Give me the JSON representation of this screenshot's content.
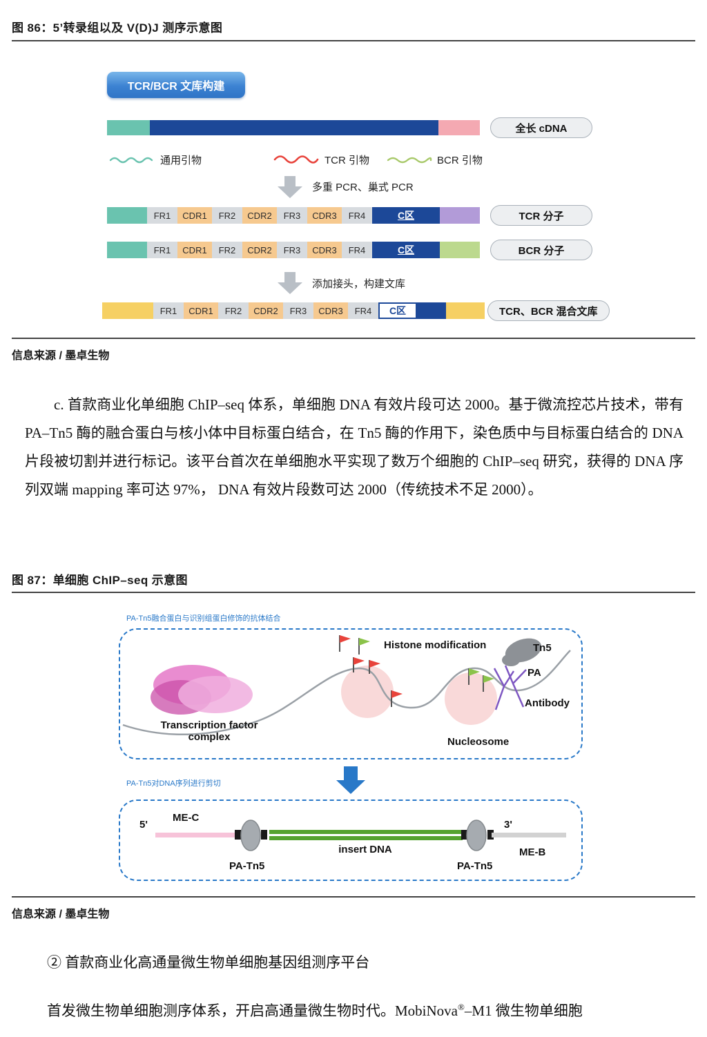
{
  "colors": {
    "dark_blue": "#1c4898",
    "teal": "#6ac3af",
    "pink": "#f4a9b2",
    "orange": "#f6c98f",
    "gray_segment": "#d7dbdf",
    "purple": "#b29bd8",
    "green": "#bcd98e",
    "yellow": "#f6d063",
    "banner_blue": "#2f74c6",
    "diagram_blue": "#2878c8",
    "flag_red": "#e8433b",
    "flag_green": "#8bc34a",
    "insert_green": "#55a22e",
    "antibody_purple": "#7e57c2",
    "tn5_gray": "#8d9196",
    "nucleosome_pink": "#f9d9d9",
    "mec_pink": "#f7c3d9",
    "meb_gray": "#d2d2d2"
  },
  "fig86": {
    "title": "图 86：5’转录组以及 V(D)J 测序示意图",
    "banner": "TCR/BCR 文库构建",
    "cdna_pill": "全长 cDNA",
    "legend": {
      "universal": "通用引物",
      "tcr": "TCR 引物",
      "bcr": "BCR 引物"
    },
    "arrow1": "多重 PCR、巢式 PCR",
    "arrow2": "添加接头，构建文库",
    "segments": [
      "FR1",
      "CDR1",
      "FR2",
      "CDR2",
      "FR3",
      "CDR3",
      "FR4"
    ],
    "c_label": "C区",
    "tcr_pill": "TCR 分子",
    "bcr_pill": "BCR 分子",
    "mix_pill": "TCR、BCR 混合文库",
    "source": "信息来源 / 墨卓生物"
  },
  "paragraph": "c. 首款商业化单细胞 ChIP–seq 体系，单细胞 DNA 有效片段可达 2000。基于微流控芯片技术，带有 PA–Tn5 酶的融合蛋白与核小体中目标蛋白结合，在 Tn5 酶的作用下，染色质中与目标蛋白结合的 DNA 片段被切割并进行标记。该平台首次在单细胞水平实现了数万个细胞的 ChIP–seq 研究，获得的 DNA 序列双端 mapping 率可达 97%， DNA 有效片段数可达 2000（传统技术不足 2000）。",
  "fig87": {
    "title": "图 87：单细胞 ChIP–seq 示意图",
    "note1": "PA-Tn5融合蛋白与识别组蛋白修饰的抗体结合",
    "note2": "PA-Tn5对DNA序列进行剪切",
    "histone": "Histone modification",
    "tn5": "Tn5",
    "pa": "PA",
    "antibody": "Antibody",
    "tf_complex": "Transcription factor complex",
    "nucleosome": "Nucleosome",
    "five_prime": "5'",
    "three_prime": "3'",
    "me_c": "ME-C",
    "me_b": "ME-B",
    "insert_dna": "insert DNA",
    "pa_tn5": "PA-Tn5",
    "source": "信息来源 / 墨卓生物"
  },
  "bottom": {
    "item": "② 首款商业化高通量微生物单细胞基因组测序平台",
    "line_pre": "首发微生物单细胞测序体系，开启高通量微生物时代。MobiNova",
    "line_sup": "®",
    "line_post": "–M1 微生物单细胞"
  }
}
